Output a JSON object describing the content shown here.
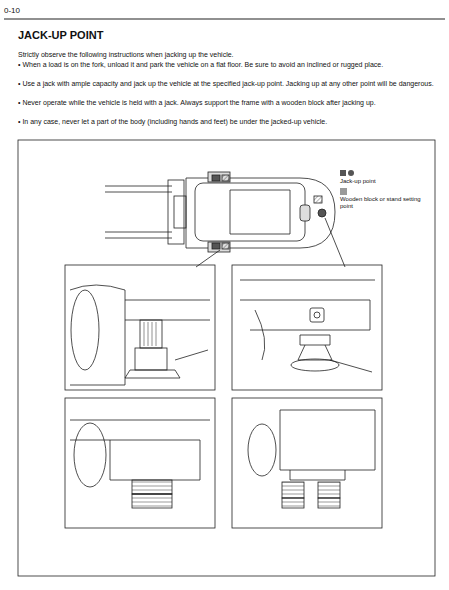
{
  "diagram": {
    "title": "JACK-UP POINT",
    "labels": [
      "0-10",
      "Strictly observe the following instructions when jacking up the vehicle.",
      "• When a load is on the fork, unload it and park the vehicle on a flat floor. Be sure to avoid an inclined or rugged place.",
      "• Use a jack with ample capacity and jack up the vehicle at the specified jack-up point. Jacking up at any other point will be dangerous.",
      "• Never operate while the vehicle is held with a jack. Always support the frame with a wooden block after jacking up.",
      "• In any case, never let a part of the body (including hands and feet) be under the jacked-up vehicle."
    ],
    "legend": [
      {
        "text": "Jack-up point"
      },
      {
        "text": "Wooden block or stand setting point",
        "color": "#9a9a9a"
      }
    ]
  }
}
